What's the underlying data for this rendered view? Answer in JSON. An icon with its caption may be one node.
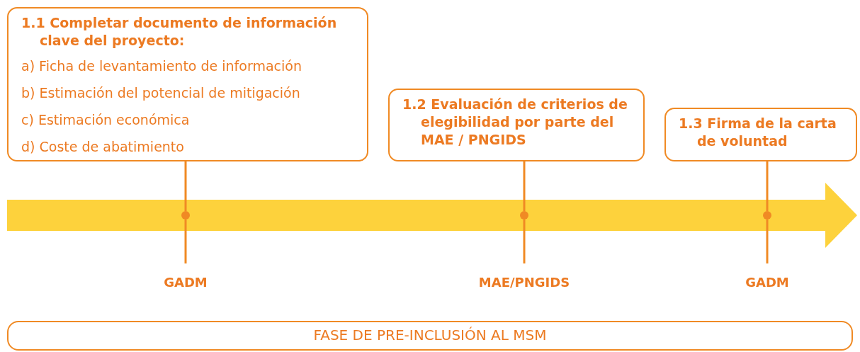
{
  "diagram": {
    "nodes": [
      {
        "text": [
          "1.1 Completar documento de información clave del proyecto:",
          "a) Ficha de levantamiento de información",
          "b) Estimación del potencial de mitigación",
          "c) Estimación económica",
          "d) Coste de abatimiento"
        ]
      },
      {
        "text": [
          "1.2 Evaluación de criterios de elegibilidad por parte del MAE / PNGIDS"
        ]
      },
      {
        "text": [
          "1.3 Firma de la carta de voluntad"
        ]
      },
      {
        "text": [],
        "shape": "circle"
      },
      {
        "text": [],
        "shape": "circle"
      },
      {
        "text": [],
        "shape": "circle"
      },
      {
        "text": [
          "GADM"
        ]
      },
      {
        "text": [
          "MAE/PNGIDS"
        ]
      },
      {
        "text": [
          "GADM"
        ]
      },
      {
        "text": [
          "FASE DE PRE-INCLUSIÓN AL MSM"
        ]
      }
    ],
    "edges": [
      {
        "from": 0,
        "to": 3,
        "arrow": "none"
      },
      {
        "from": 3,
        "to": 6,
        "arrow": "none"
      },
      {
        "from": 1,
        "to": 4,
        "arrow": "none"
      },
      {
        "from": 4,
        "to": 7,
        "arrow": "none"
      },
      {
        "from": 2,
        "to": 5,
        "arrow": "none"
      },
      {
        "from": 5,
        "to": 8,
        "arrow": "none"
      }
    ]
  }
}
